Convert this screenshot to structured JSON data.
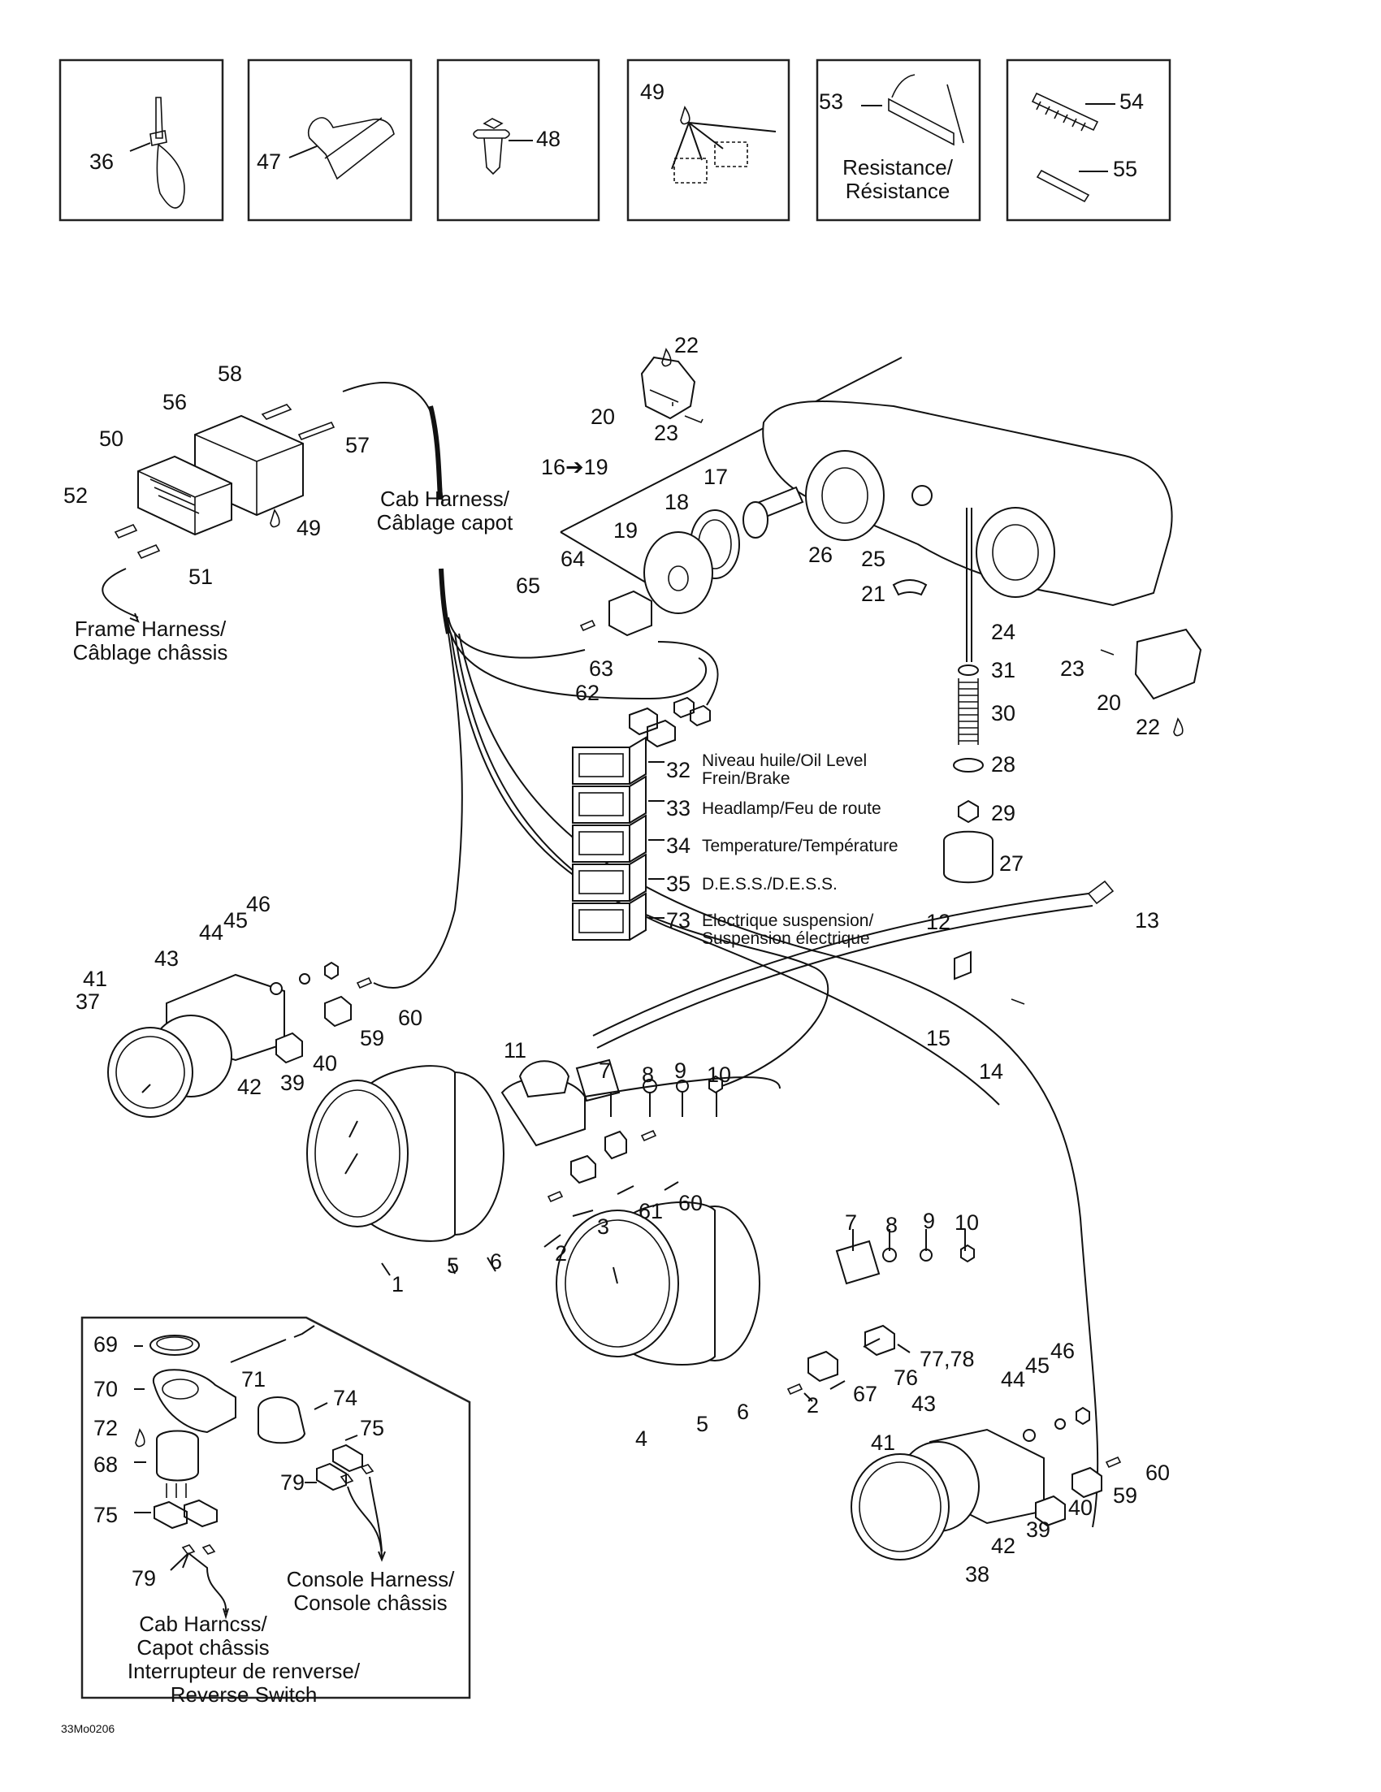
{
  "diagram": {
    "title": "Electrical parts diagram — gauges, headlamp, switches and harnesses",
    "figure_code": "33Mo0206",
    "inset_boxes": [
      {
        "callouts": [
          "36"
        ]
      },
      {
        "callouts": [
          "47"
        ]
      },
      {
        "callouts": [
          "48"
        ]
      },
      {
        "callouts": [
          "49"
        ]
      },
      {
        "callouts": [
          "53"
        ],
        "caption_line1": "Resistance/",
        "caption_line2": "Résistance"
      },
      {
        "callouts": [
          "54",
          "55"
        ]
      }
    ],
    "harness_labels": {
      "cab_harness_line1": "Cab Harness/",
      "cab_harness_line2": "Câblage capot",
      "frame_harness_line1": "Frame Harness/",
      "frame_harness_line2": "Câblage châssis"
    },
    "headlamp_group_label": "16➔19",
    "switches": [
      {
        "number": "32",
        "line1": "Niveau huile/Oil Level",
        "line2": "Frein/Brake"
      },
      {
        "number": "33",
        "line1": "Headlamp/Feu de route",
        "line2": ""
      },
      {
        "number": "34",
        "line1": "Temperature/Température",
        "line2": ""
      },
      {
        "number": "35",
        "line1": "D.E.S.S./D.E.S.S.",
        "line2": ""
      },
      {
        "number": "73",
        "line1": "Electrique suspension/",
        "line2": "Suspension électrique"
      }
    ],
    "callouts": {
      "c1": "1",
      "c2": "2",
      "c2b": "2",
      "c3": "3",
      "c4": "4",
      "c5": "5",
      "c5b": "5",
      "c6": "6",
      "c6b": "6",
      "c7": "7",
      "c7b": "7",
      "c8": "8",
      "c8b": "8",
      "c9": "9",
      "c9b": "9",
      "c10": "10",
      "c10b": "10",
      "c11": "11",
      "c12": "12",
      "c13": "13",
      "c14": "14",
      "c15": "15",
      "c17": "17",
      "c18": "18",
      "c19": "19",
      "c20a": "20",
      "c20b": "20",
      "c21": "21",
      "c22a": "22",
      "c22b": "22",
      "c23a": "23",
      "c23b": "23",
      "c24": "24",
      "c25": "25",
      "c26": "26",
      "c27": "27",
      "c28": "28",
      "c29": "29",
      "c30": "30",
      "c31": "31",
      "c37": "37",
      "c38": "38",
      "c39a": "39",
      "c39b": "39",
      "c40a": "40",
      "c40b": "40",
      "c41a": "41",
      "c41b": "41",
      "c42a": "42",
      "c42b": "42",
      "c43a": "43",
      "c43b": "43",
      "c44a": "44",
      "c44b": "44",
      "c45a": "45",
      "c45b": "45",
      "c46a": "46",
      "c46b": "46",
      "c49": "49",
      "c50": "50",
      "c51": "51",
      "c52": "52",
      "c56": "56",
      "c57": "57",
      "c58": "58",
      "c59a": "59",
      "c59b": "59",
      "c60a": "60",
      "c60b": "60",
      "c60c": "60",
      "c61": "61",
      "c62": "62",
      "c63": "63",
      "c64": "64",
      "c65": "65",
      "c67": "67",
      "c76": "76",
      "c7778": "77,78"
    },
    "reverse_switch_inset": {
      "callouts": {
        "c68": "68",
        "c69": "69",
        "c70": "70",
        "c71": "71",
        "c72": "72",
        "c74": "74",
        "c75a": "75",
        "c75b": "75",
        "c79a": "79",
        "c79b": "79"
      },
      "console_harness_line1": "Console Harness/",
      "console_harness_line2": "Console châssis",
      "cab_harness_line1": "Cab Harncss/",
      "cab_harness_line2": "Capot châssis",
      "title_line1": "Interrupteur de renverse/",
      "title_line2": "Reverse Switch"
    }
  }
}
